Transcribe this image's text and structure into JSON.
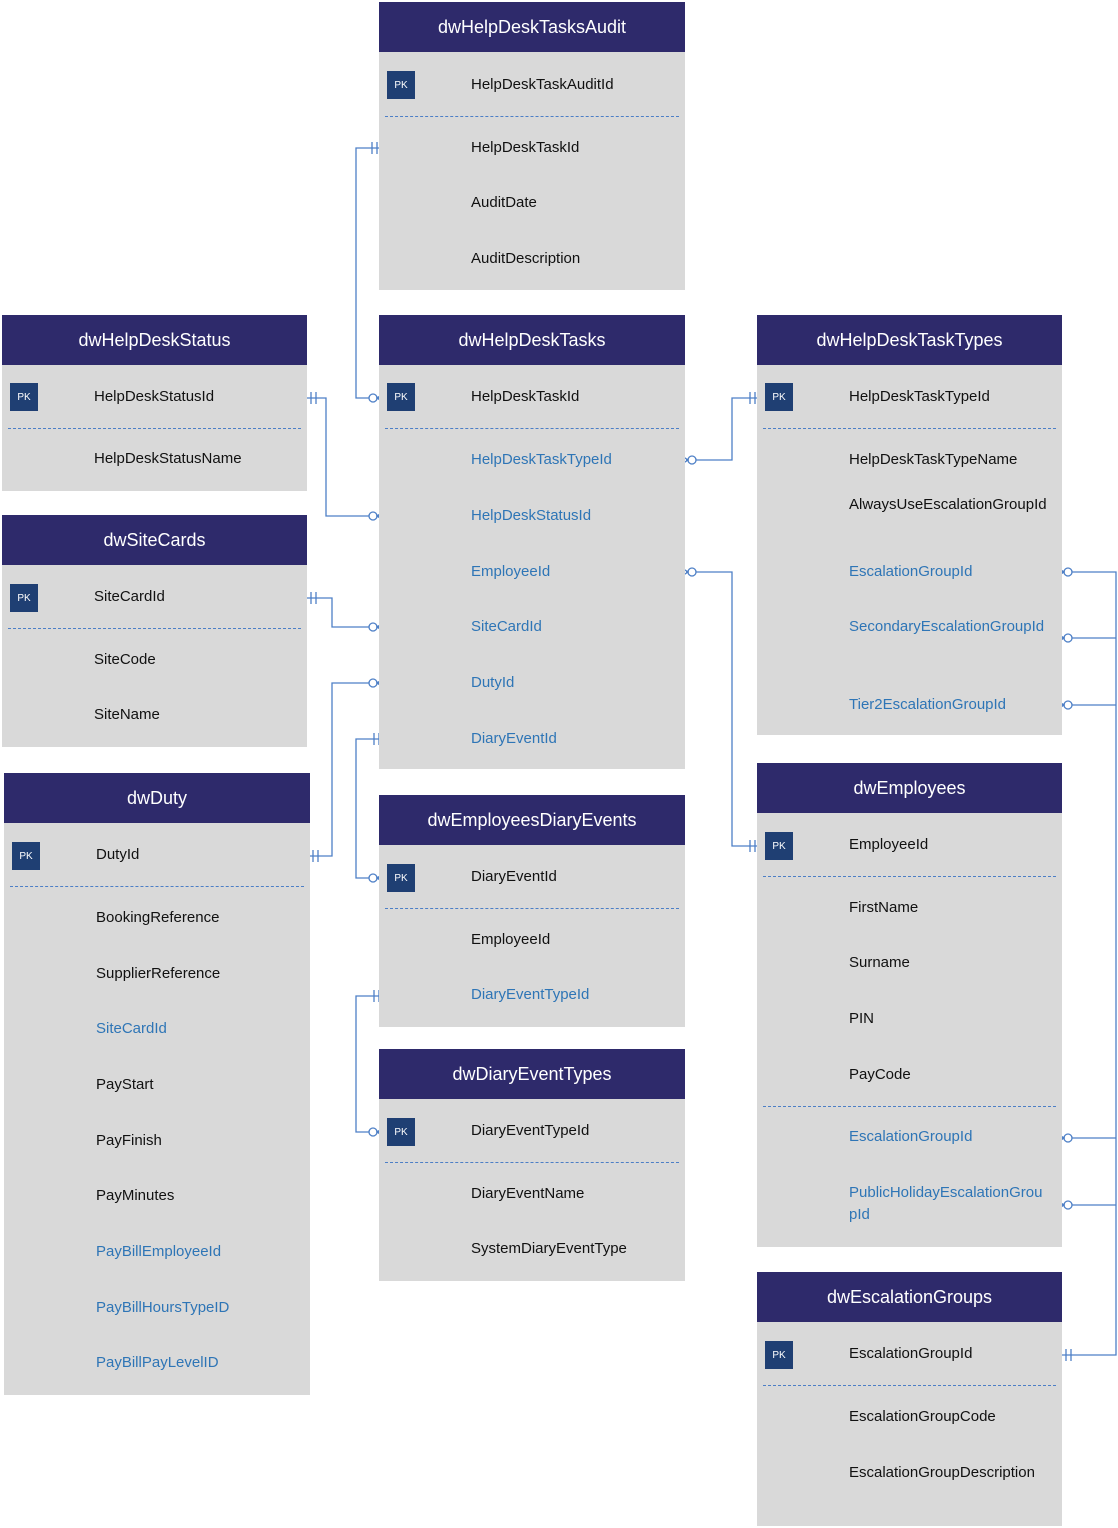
{
  "colors": {
    "header": "#2e2a6b",
    "body": "#d9d9d9",
    "pk_badge": "#1f3f73",
    "fk_text": "#2e75b6",
    "connector": "#4d7fc6"
  },
  "pk_label": "PK",
  "entities": {
    "audit": {
      "title": "dwHelpDeskTasksAudit",
      "fields": [
        "HelpDeskTaskAuditId",
        "HelpDeskTaskId",
        "AuditDate",
        "AuditDescription"
      ]
    },
    "status": {
      "title": "dwHelpDeskStatus",
      "fields": [
        "HelpDeskStatusId",
        "HelpDeskStatusName"
      ]
    },
    "tasks": {
      "title": "dwHelpDeskTasks",
      "fields": [
        "HelpDeskTaskId",
        "HelpDeskTaskTypeId",
        "HelpDeskStatusId",
        "EmployeeId",
        "SiteCardId",
        "DutyId",
        "DiaryEventId"
      ]
    },
    "types": {
      "title": "dwHelpDeskTaskTypes",
      "fields": [
        "HelpDeskTaskTypeId",
        "HelpDeskTaskTypeName",
        "AlwaysUseEscalationGroupId",
        "EscalationGroupId",
        "SecondaryEscalationGroupId",
        "Tier2EscalationGroupId"
      ]
    },
    "sitecards": {
      "title": "dwSiteCards",
      "fields": [
        "SiteCardId",
        "SiteCode",
        "SiteName"
      ]
    },
    "duty": {
      "title": "dwDuty",
      "fields": [
        "DutyId",
        "BookingReference",
        "SupplierReference",
        "SiteCardId",
        "PayStart",
        "PayFinish",
        "PayMinutes",
        "PayBillEmployeeId",
        "PayBillHoursTypeID",
        "PayBillPayLevelID"
      ]
    },
    "diary": {
      "title": "dwEmployeesDiaryEvents",
      "fields": [
        "DiaryEventId",
        "EmployeeId",
        "DiaryEventTypeId"
      ]
    },
    "diarytypes": {
      "title": "dwDiaryEventTypes",
      "fields": [
        "DiaryEventTypeId",
        "DiaryEventName",
        "SystemDiaryEventType"
      ]
    },
    "employees": {
      "title": "dwEmployees",
      "fields": [
        "EmployeeId",
        "FirstName",
        "Surname",
        "PIN",
        "PayCode",
        "EscalationGroupId",
        "PublicHolidayEscalationGroupId"
      ]
    },
    "escalation": {
      "title": "dwEscalationGroups",
      "fields": [
        "EscalationGroupId",
        "EscalationGroupCode",
        "EscalationGroupDescription"
      ]
    }
  }
}
